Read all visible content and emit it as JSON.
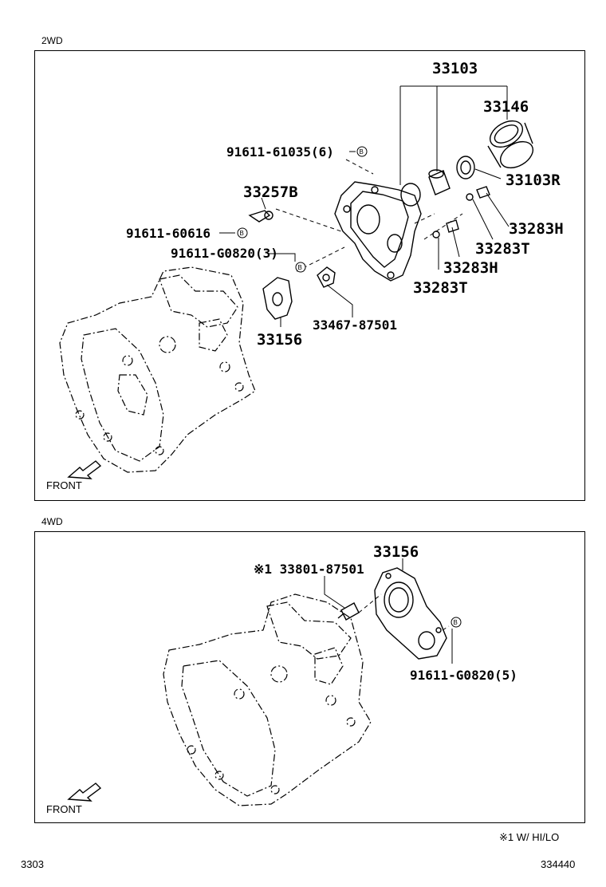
{
  "sections": {
    "top": {
      "label": "2WD",
      "front": "FRONT",
      "parts": {
        "p33103": "33103",
        "p33146": "33146",
        "p33103r": "33103R",
        "p91611_61035": "91611-61035(6)",
        "p33257b": "33257B",
        "p33283h_a": "33283H",
        "p91611_60616": "91611-60616",
        "p33283t_a": "33283T",
        "p91611_g0820": "91611-G0820(3)",
        "p33283h_b": "33283H",
        "p33283t_b": "33283T",
        "p33467": "33467-87501",
        "p33156": "33156"
      }
    },
    "bottom": {
      "label": "4WD",
      "front": "FRONT",
      "parts": {
        "p33156": "33156",
        "p33801": "※1 33801-87501",
        "p91611_g0820": "91611-G0820(5)"
      }
    }
  },
  "bolt_mark": "B",
  "footnote": "※1 W/ HI/LO",
  "footer": {
    "left": "3303",
    "right": "334440"
  }
}
